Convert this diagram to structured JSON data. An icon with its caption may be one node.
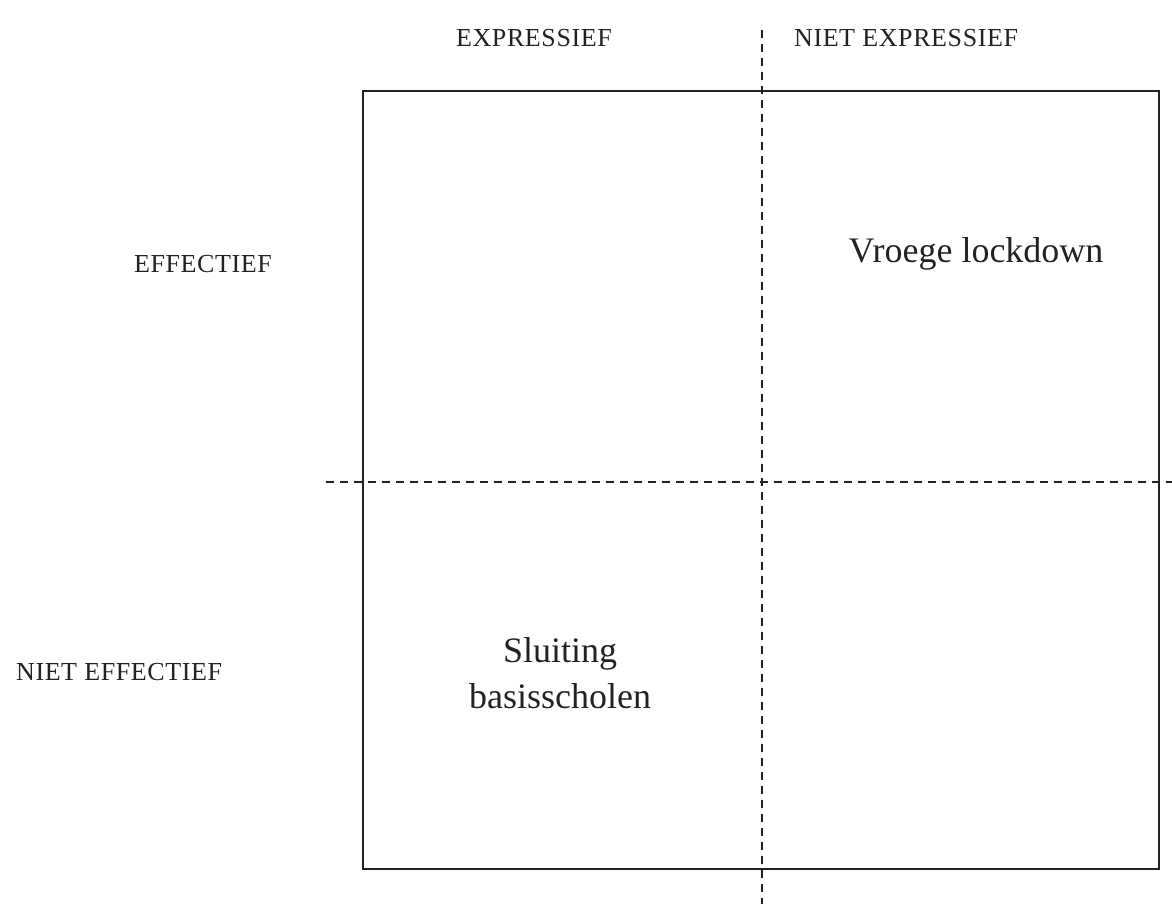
{
  "diagram": {
    "labels": [
      "EXPRESSIEF",
      "NIET EXPRESSIEF",
      "EFFECTIEF",
      "Vroege lockdown",
      "NIET EFFECTIEF",
      "Sluiting basisscholen"
    ]
  }
}
